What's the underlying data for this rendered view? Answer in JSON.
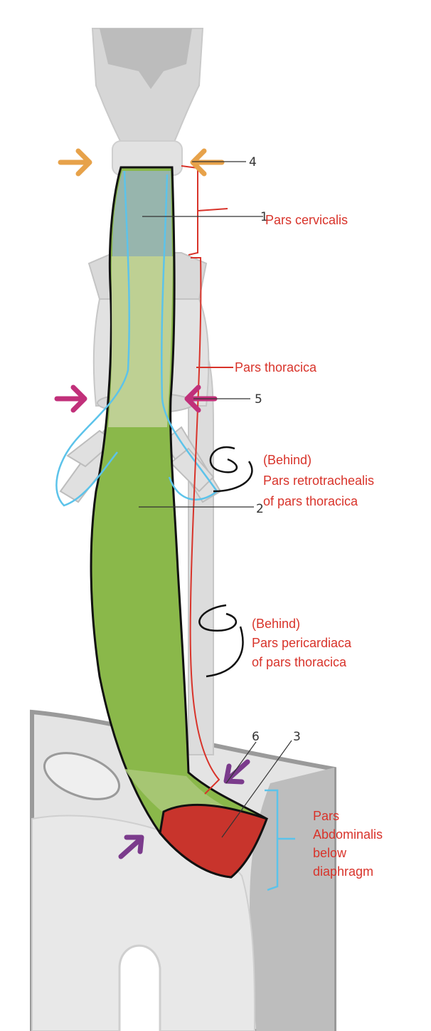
{
  "labels": {
    "num_1": "1",
    "num_2": "2",
    "num_3": "3",
    "num_4": "4",
    "num_5": "5",
    "num_6": "6",
    "pars_cervicalis": "Pars cervicalis",
    "pars_thoracica": "Pars thoracica",
    "retrotrachealis": [
      "(Behind)",
      "Pars retrotrachealis",
      "of pars thoracica"
    ],
    "pericardiaca": [
      "(Behind)",
      "Pars pericardiaca",
      "of pars thoracica"
    ],
    "abdominalis": [
      "Pars",
      "Abdominalis",
      "below",
      "diaphragm"
    ]
  },
  "colors": {
    "annotation_red": "#d8332a",
    "esophagus_green": "#8ab84a",
    "stomach_red": "#c8342c",
    "highlight_blue": "#5cc3ea",
    "arrow_orange": "#e7a24a",
    "arrow_magenta": "#c1307a",
    "arrow_purple": "#7b3b8c"
  },
  "icons": {
    "constriction_4": "arrow-pair-orange",
    "constriction_5": "arrow-pair-magenta",
    "constriction_6": "arrow-pair-purple"
  }
}
